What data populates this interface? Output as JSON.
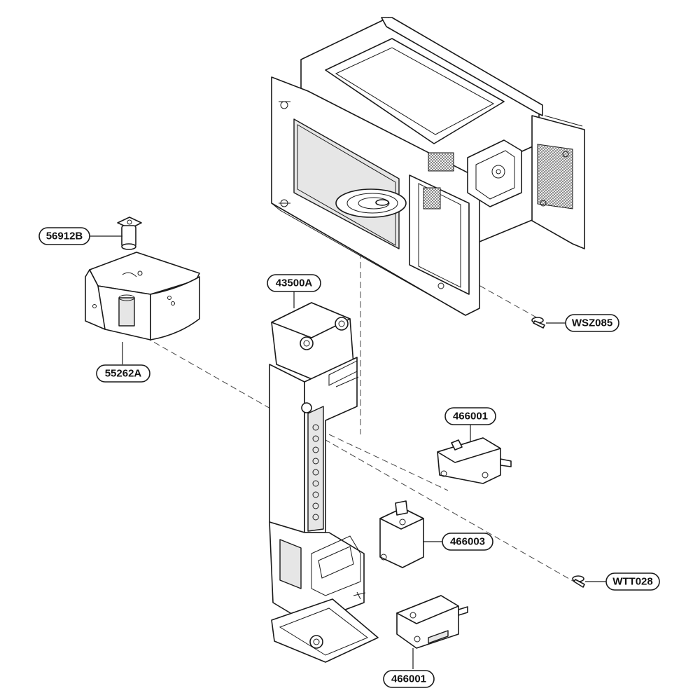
{
  "callouts": {
    "c56912b": "56912B",
    "c55262a": "55262A",
    "c43500a": "43500A",
    "cwsz085": "WSZ085",
    "c466001_top": "466001",
    "c466003": "466003",
    "cwtt028": "WTT028",
    "c466001_bottom": "466001"
  }
}
